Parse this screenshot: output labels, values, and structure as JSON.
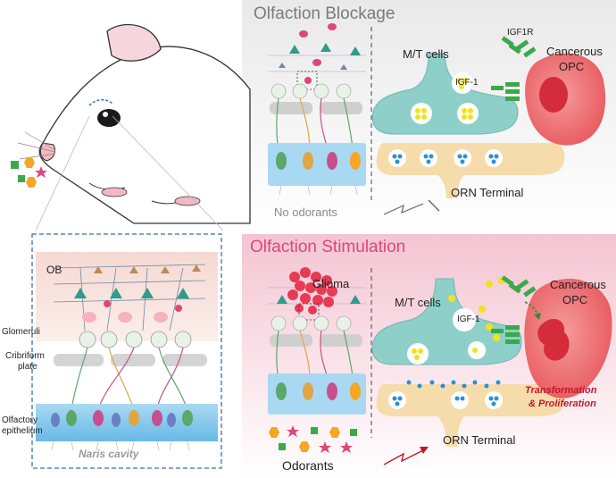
{
  "panels": {
    "blockage": {
      "title": "Olfaction Blockage",
      "mt_cells": "M/T cells",
      "igf1r": "IGF1R",
      "igf1": "IGF-1",
      "opc_line1": "Cancerous",
      "opc_line2": "OPC",
      "orn": "ORN Terminal",
      "no_odorants": "No odorants"
    },
    "stimulation": {
      "title": "Olfaction Stimulation",
      "glioma": "Glioma",
      "mt_cells": "M/T cells",
      "igf1": "IGF-1",
      "opc_line1": "Cancerous",
      "opc_line2": "OPC",
      "transformation_line1": "Transformation",
      "transformation_line2": "& Proliferation",
      "orn": "ORN Terminal",
      "odorants": "Odorants"
    },
    "anatomy": {
      "ob": "OB",
      "glomeruli": "Glomeruli",
      "cribriform_line1": "Cribriform",
      "cribriform_line2": "plate",
      "epithelium_line1": "Olfactory",
      "epithelium_line2": "epithelium",
      "naris": "Naris cavity"
    }
  },
  "colors": {
    "title_gray": "#7a7a7a",
    "title_pink": "#e0457b",
    "mt_teal": "#8ecfc9",
    "orn_tan": "#f6dcaa",
    "opc_red": "#ee6b6e",
    "receptor_green": "#3aa94a",
    "igf_yellow": "#f2e21c",
    "dashed_blue": "#3a6fb0",
    "warning_red": "#c0182a"
  }
}
